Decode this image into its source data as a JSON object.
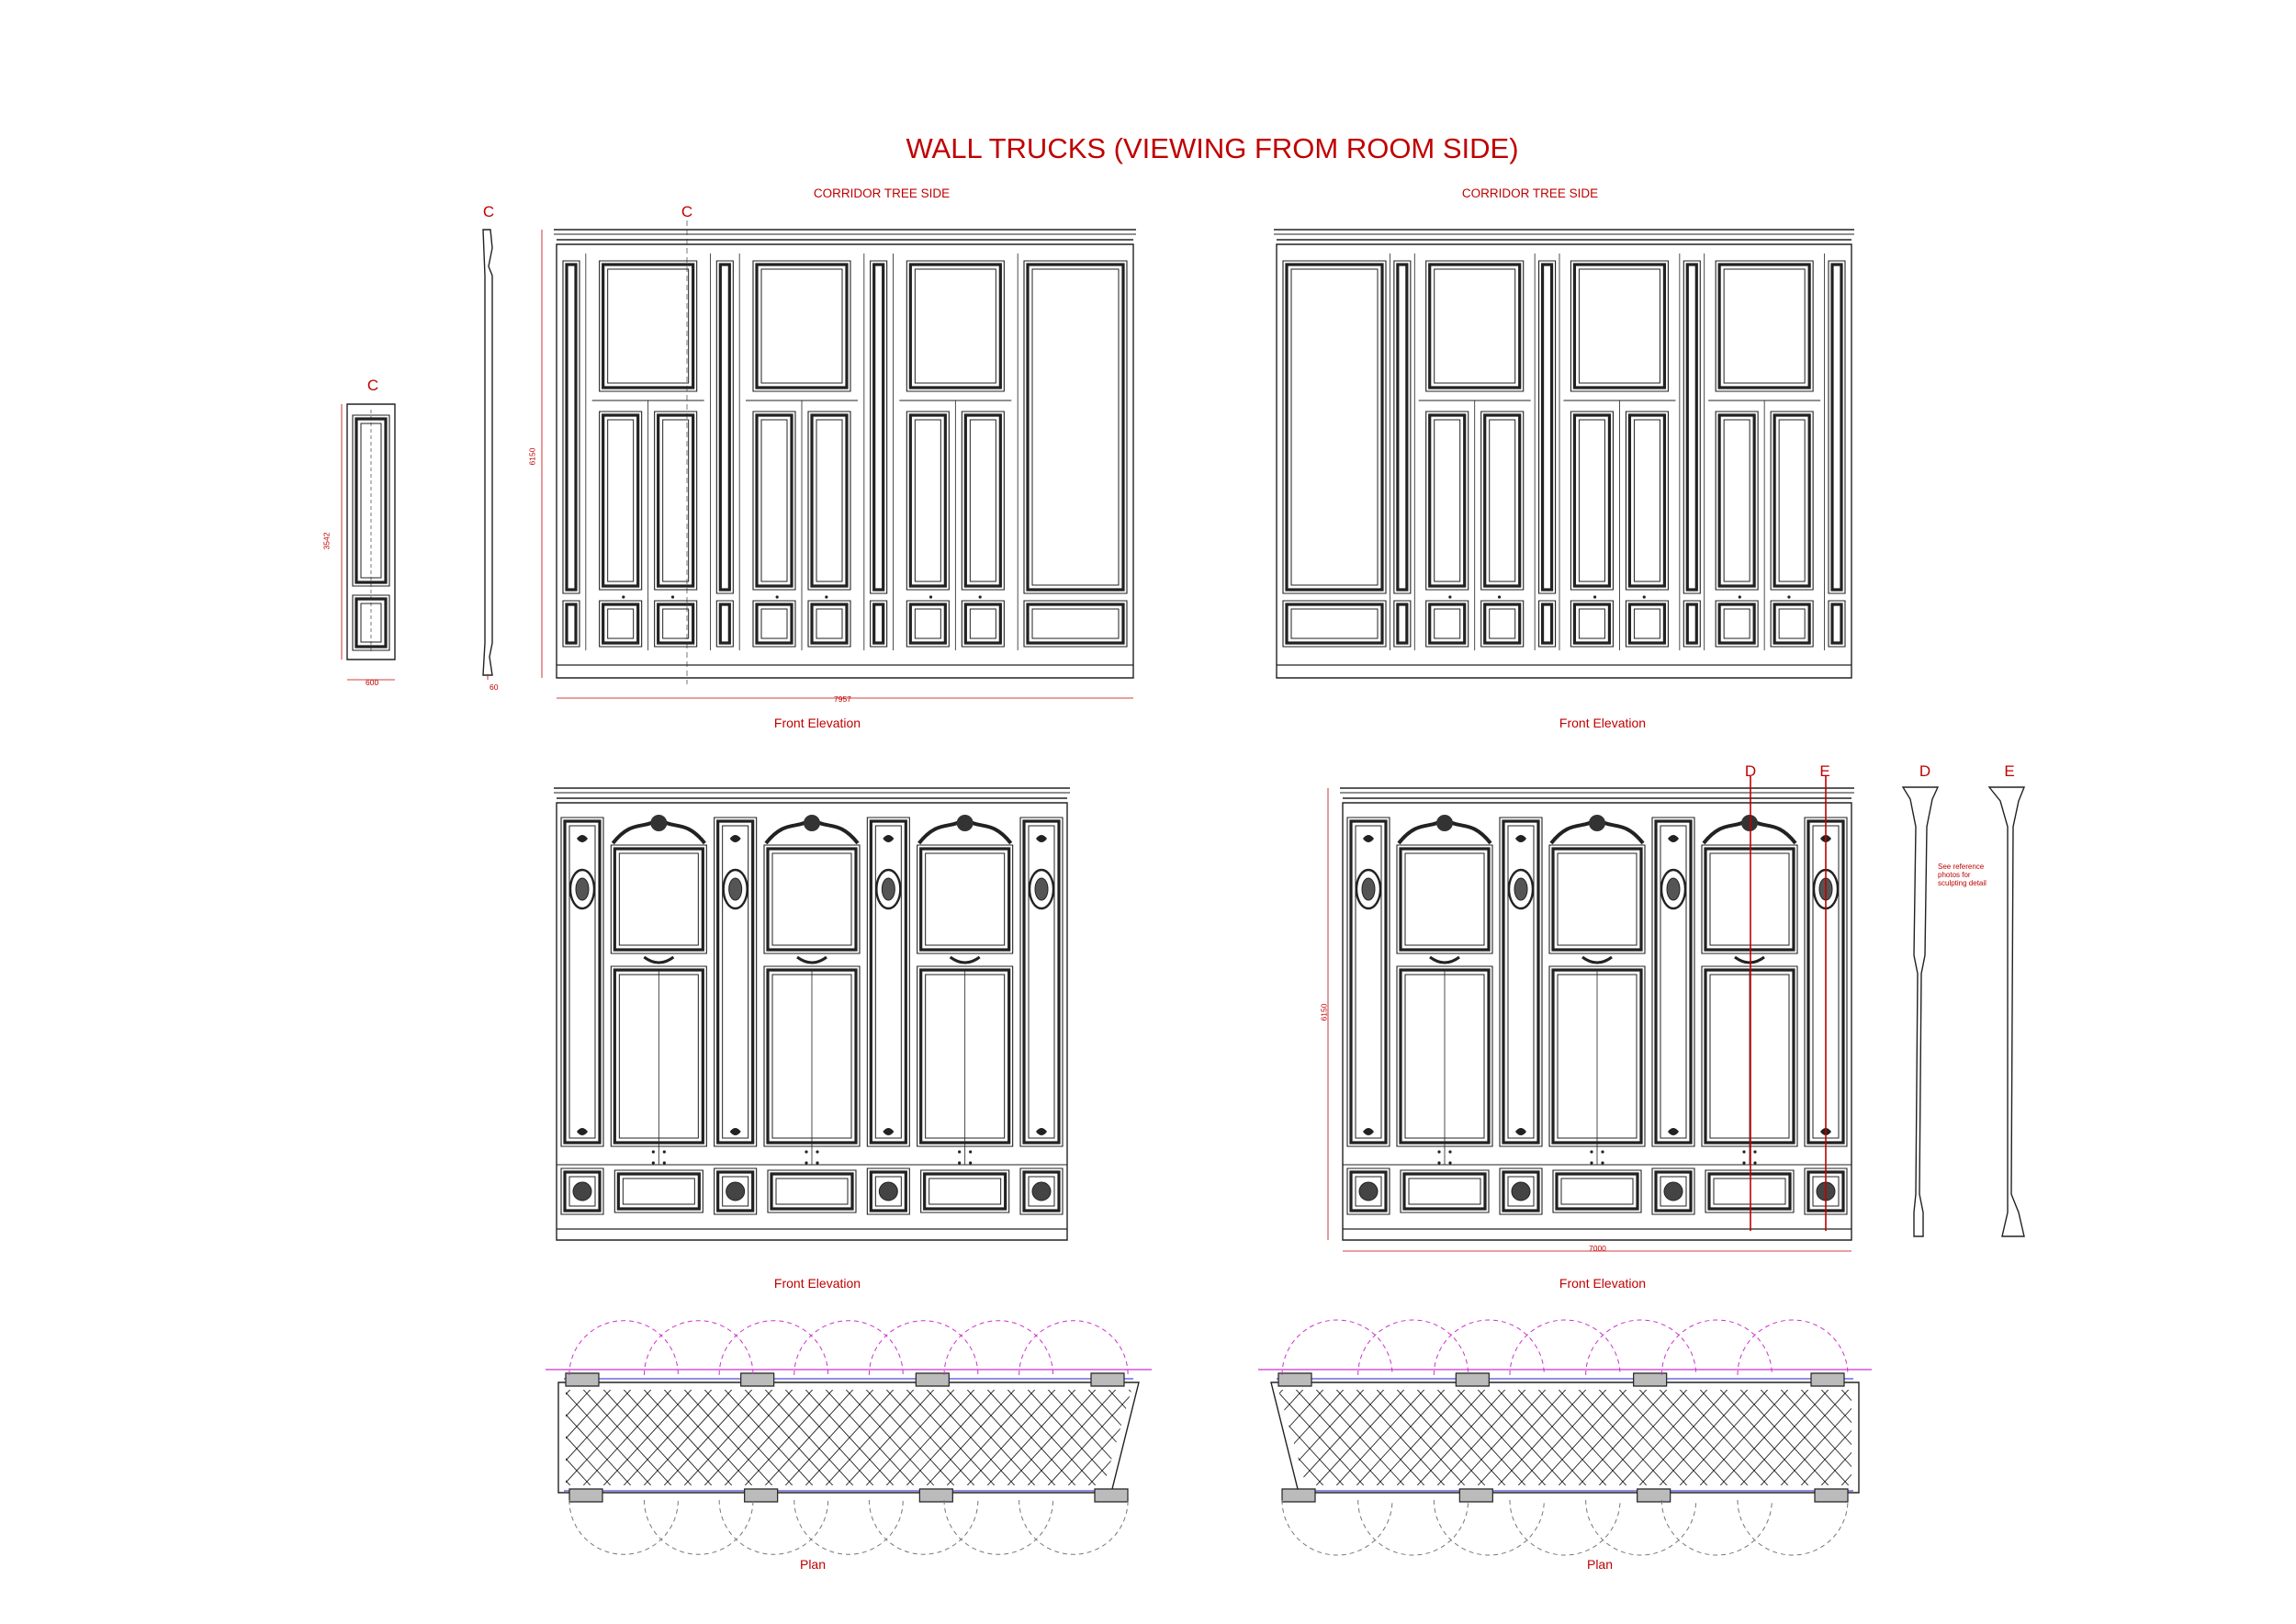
{
  "title": "WALL TRUCKS (VIEWING FROM ROOM SIDE)",
  "subtitles": {
    "left": "CORRIDOR TREE SIDE",
    "right": "CORRIDOR TREE SIDE"
  },
  "captions": {
    "front_elevation_1": "Front Elevation",
    "front_elevation_2": "Front Elevation",
    "front_elevation_3": "Front Elevation",
    "front_elevation_4": "Front Elevation",
    "plan_1": "Plan",
    "plan_2": "Plan"
  },
  "section_markers": {
    "c1": "C",
    "c2": "C",
    "c3": "C",
    "d1": "D",
    "e1": "E",
    "d2": "D",
    "e2": "E"
  },
  "dimensions": {
    "small_panel_height": "3542",
    "small_panel_width": "600",
    "profile_depth": "60",
    "wall1_height": "6150",
    "wall1_width": "7957",
    "wall4_height": "6150",
    "wall4_width": "7000"
  },
  "note": "See reference photos for sculpting detail",
  "colors": {
    "annotation": "#c00000",
    "lines": "#222222",
    "arcs": "#cc33cc",
    "guides": "#2222cc"
  }
}
